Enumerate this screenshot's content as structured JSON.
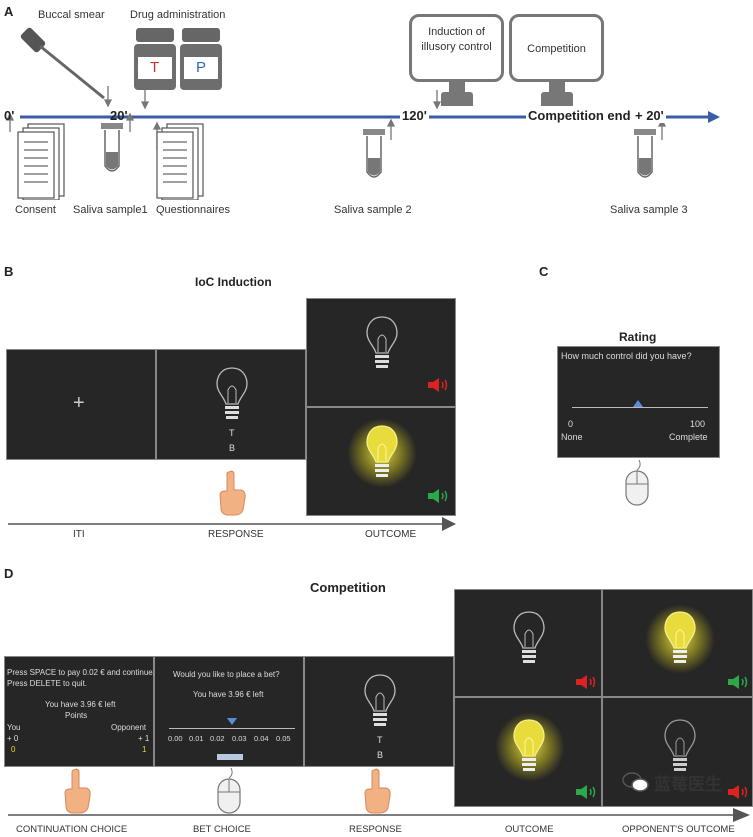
{
  "panelA": {
    "letter": "A",
    "buccal": "Buccal smear",
    "drug": "Drug administration",
    "bottle_t": "T",
    "bottle_p": "P",
    "time0": "0'",
    "time20": "20'",
    "time120": "120'",
    "competition_end": "Competition end",
    "plus20": "+ 20'",
    "monitor_induction": "Induction of illusory control",
    "monitor_competition": "Competition",
    "labels": [
      "Consent",
      "Saliva sample1",
      "Questionnaires",
      "Saliva sample 2",
      "Saliva sample 3"
    ],
    "colors": {
      "timeline": "#3a5da8",
      "t_red": "#c0392b",
      "p_blue": "#2e6ab8"
    }
  },
  "panelB": {
    "letter": "B",
    "title": "IoC Induction",
    "fixation": "+",
    "letter_t": "T",
    "letter_b": "B",
    "axis": [
      "ITI",
      "RESPONSE",
      "OUTCOME"
    ]
  },
  "panelC": {
    "letter": "C",
    "title": "Rating",
    "question": "How much control did you have?",
    "min_value": "0",
    "max_value": "100",
    "min_label": "None",
    "max_label": "Complete"
  },
  "panelD": {
    "letter": "D",
    "title": "Competition",
    "cont_line1": "Press SPACE to pay 0.02 € and continue.",
    "cont_line2": "Press DELETE to quit.",
    "cont_balance": "You have 3.96 € left",
    "cont_points": "Points",
    "you_label": "You",
    "opp_label": "Opponent",
    "you_delta": "+ 0",
    "opp_delta": "+ 1",
    "you_score": "0",
    "opp_score": "1",
    "bet_question": "Would you like to place a bet?",
    "bet_balance": "You have 3.96 € left",
    "bet_options": [
      "0.00",
      "0.01",
      "0.02",
      "0.03",
      "0.04",
      "0.05"
    ],
    "letter_t": "T",
    "letter_b": "B",
    "axis": [
      "CONTINUATION CHOICE",
      "BET CHOICE",
      "RESPONSE",
      "OUTCOME",
      "OPPONENT'S OUTCOME"
    ]
  },
  "watermark": "蓝莓医生"
}
